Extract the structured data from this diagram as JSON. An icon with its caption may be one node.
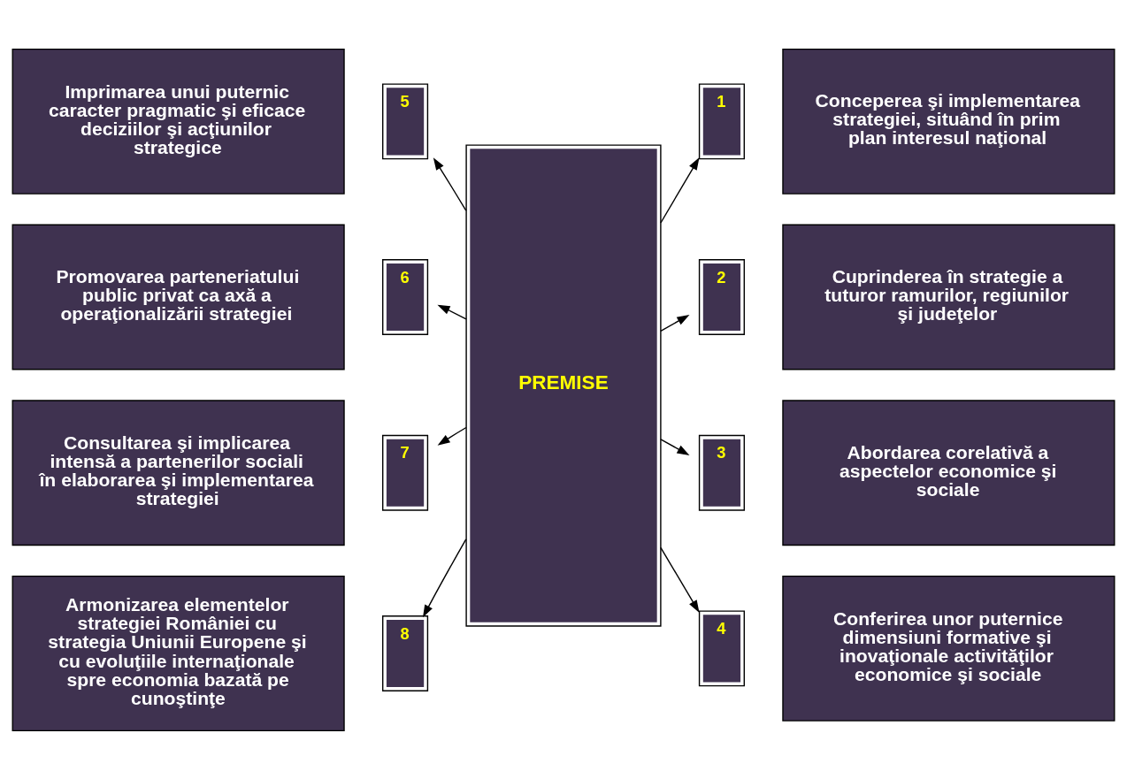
{
  "diagram": {
    "nodes": [
      {
        "text": [
          "Imprimarea unui puternic caracter pragmatic şi eficace deciziilor şi acţiunilor strategice"
        ]
      },
      {
        "text": [
          "5"
        ]
      },
      {
        "text": [
          "1"
        ]
      },
      {
        "text": [
          "Conceperea şi implementarea strategiei, situând în prim plan interesul naţional"
        ]
      },
      {
        "text": [
          "Promovarea parteneriatului public privat ca axă a operaţionalizării strategiei"
        ]
      },
      {
        "text": [
          "6"
        ]
      },
      {
        "text": [
          "PREMISE"
        ]
      },
      {
        "text": [
          "2"
        ]
      },
      {
        "text": [
          "Cuprinderea în strategie a tuturor ramurilor, regiunilor şi judeţelor"
        ]
      },
      {
        "text": [
          "Consultarea şi implicarea intensă a partenerilor sociali în elaborarea şi implementarea strategiei"
        ]
      },
      {
        "text": [
          "7"
        ]
      },
      {
        "text": [
          "3"
        ]
      },
      {
        "text": [
          "Abordarea corelativă a aspectelor economice şi sociale"
        ]
      },
      {
        "text": [
          "Armonizarea elementelor strategiei României cu strategia Uniunii Europene şi cu evoluţiile internaţionale spre economia bazată pe cunoştinţe"
        ]
      },
      {
        "text": [
          "8"
        ]
      },
      {
        "text": [
          "4"
        ]
      },
      {
        "text": [
          "Conferirea unor puternice dimensiuni formative şi inovaţionale activităţilor economice şi sociale"
        ]
      }
    ],
    "edges": [
      {
        "from": 6,
        "to": 2,
        "arrow": "to"
      },
      {
        "from": 6,
        "to": 7,
        "arrow": "to"
      },
      {
        "from": 6,
        "to": 11,
        "arrow": "to"
      },
      {
        "from": 6,
        "to": 15,
        "arrow": "to"
      },
      {
        "from": 6,
        "to": 1,
        "arrow": "to"
      },
      {
        "from": 6,
        "to": 5,
        "arrow": "to"
      },
      {
        "from": 6,
        "to": 10,
        "arrow": "to"
      },
      {
        "from": 6,
        "to": 14,
        "arrow": "to"
      }
    ]
  }
}
